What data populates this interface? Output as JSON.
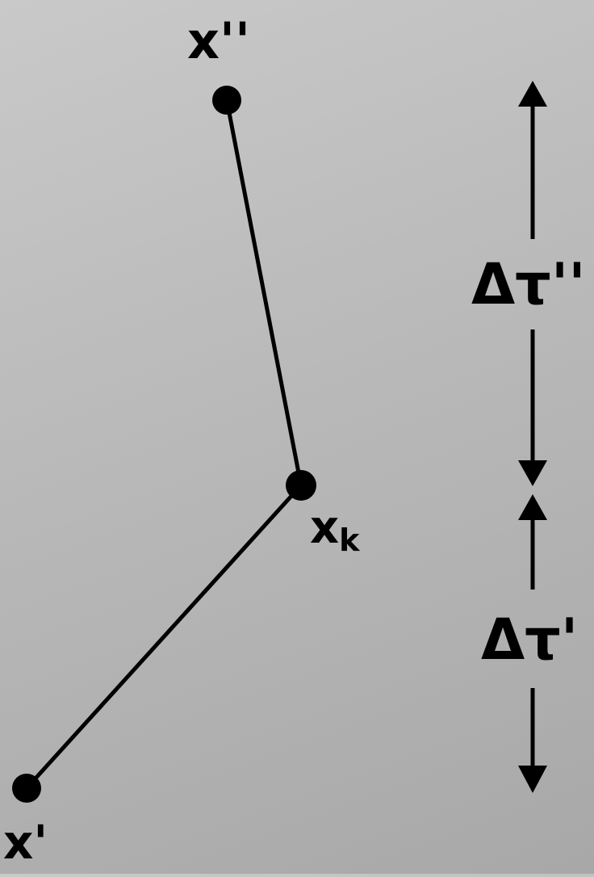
{
  "diagram": {
    "points": {
      "x_double_prime": {
        "label": "x''"
      },
      "x_k": {
        "label": "x",
        "subscript": "k"
      },
      "x_prime": {
        "label": "x'"
      }
    },
    "intervals": {
      "upper": {
        "label": "Δτ''"
      },
      "lower": {
        "label": "Δτ'"
      }
    },
    "colors": {
      "ink": "#000000",
      "background_light": "#c9c9c9",
      "background_dark": "#a8a8a8"
    }
  }
}
